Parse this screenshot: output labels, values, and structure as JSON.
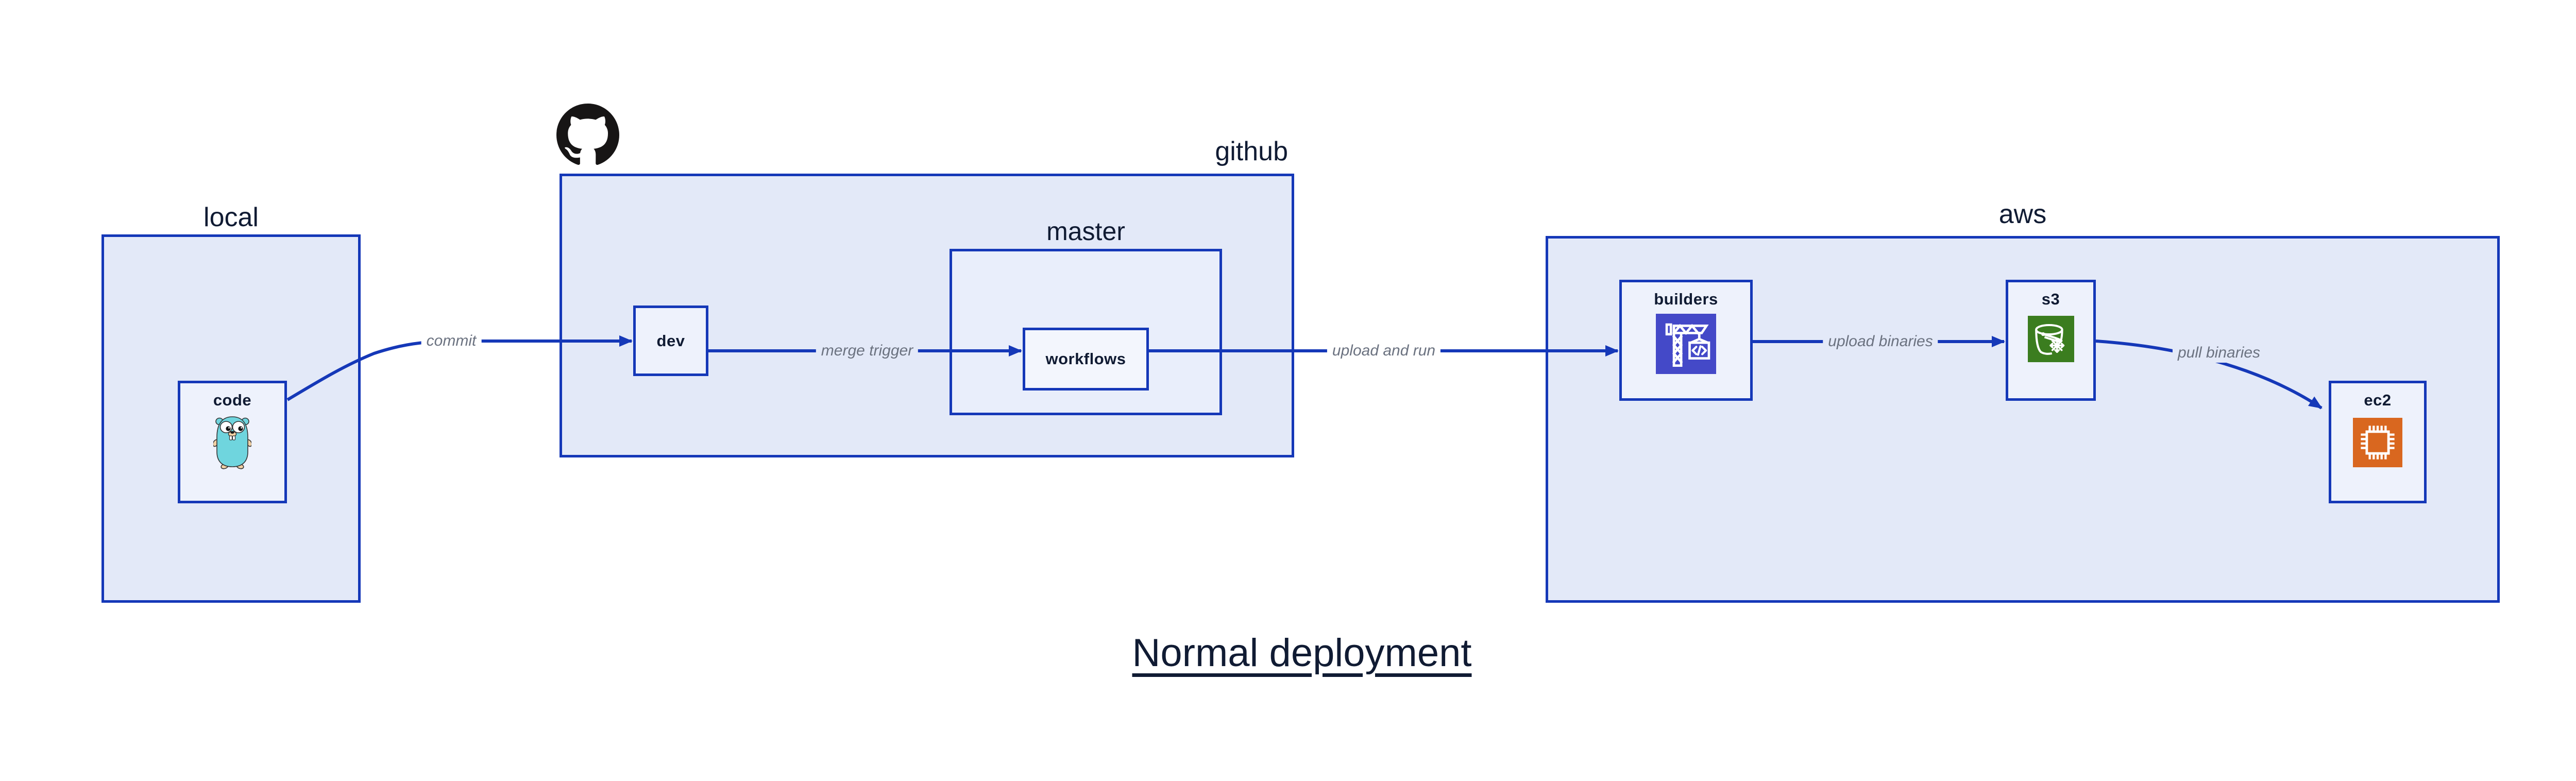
{
  "diagram": {
    "title": "Normal deployment",
    "containers": {
      "local": {
        "label": "local"
      },
      "github": {
        "label": "github"
      },
      "master": {
        "label": "master"
      },
      "aws": {
        "label": "aws"
      }
    },
    "nodes": {
      "code": {
        "label": "code",
        "icon": "go-gopher"
      },
      "dev": {
        "label": "dev"
      },
      "workflows": {
        "label": "workflows"
      },
      "builders": {
        "label": "builders",
        "icon": "aws-codebuild-crane"
      },
      "s3": {
        "label": "s3",
        "icon": "aws-s3-glacier-bucket"
      },
      "ec2": {
        "label": "ec2",
        "icon": "aws-ec2-chip"
      }
    },
    "edges": [
      {
        "from": "code",
        "to": "dev",
        "label": "commit"
      },
      {
        "from": "dev",
        "to": "workflows",
        "label": "merge trigger"
      },
      {
        "from": "workflows",
        "to": "builders",
        "label": "upload and run"
      },
      {
        "from": "builders",
        "to": "s3",
        "label": "upload binaries"
      },
      {
        "from": "s3",
        "to": "ec2",
        "label": "pull binaries"
      }
    ],
    "colors": {
      "connector_blue": "#1538b8",
      "container_fill": "#e3e9f8",
      "master_fill": "#e9eefb",
      "node_fill": "#eef2fc",
      "text_navy": "#101b33",
      "edge_label_gray": "#6b7280",
      "codebuild_purple": "#4449c8",
      "glacier_green": "#3b7d1f",
      "ec2_orange": "#d9671f",
      "github_black": "#171515",
      "gopher_teal": "#6fd5de"
    }
  }
}
